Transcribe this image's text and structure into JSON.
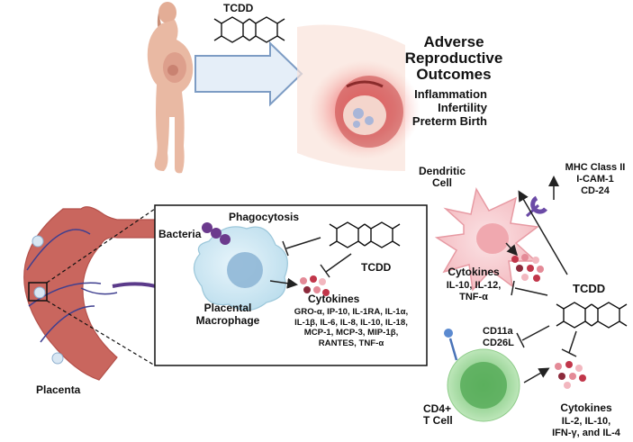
{
  "top": {
    "tcdd": "TCDD",
    "outcomes": {
      "heading": [
        "Adverse",
        "Reproductive",
        "Outcomes"
      ],
      "items": [
        "Inflammation",
        "Infertility",
        "Preterm Birth"
      ]
    }
  },
  "dendritic": {
    "cell_label": [
      "Dendritic",
      "Cell"
    ],
    "markers": [
      "MHC Class II",
      "I-CAM-1",
      "CD-24"
    ],
    "cytokines_title": "Cytokines",
    "cytokines_list": [
      "IL-10, IL-12,",
      "TNF-α"
    ]
  },
  "macrophage_box": {
    "phagocytosis": "Phagocytosis",
    "bacteria": "Bacteria",
    "tcdd": "TCDD",
    "cell_label": [
      "Placental",
      "Macrophage"
    ],
    "cytokines_title": "Cytokines",
    "cytokines_list": [
      "GRO-α, IP-10, IL-1RA, IL-1α,",
      "IL-1β, IL-6, IL-8, IL-10, IL-18,",
      "MCP-1, MCP-3, MIP-1β,",
      "RANTES, TNF-α"
    ]
  },
  "placenta": {
    "label": "Placenta"
  },
  "tcell": {
    "tcdd": "TCDD",
    "markers": [
      "CD11a",
      "CD26L"
    ],
    "cell_label": [
      "CD4+",
      "T Cell"
    ],
    "cytokines_title": "Cytokines",
    "cytokines_list": [
      "IL-2, IL-10,",
      "IFN-γ, and IL-4"
    ]
  },
  "colors": {
    "skin": "#e9b9a3",
    "arrow_fill": "#e5eef8",
    "arrow_stroke": "#7d9cc4",
    "dendritic_fill": "#f7cfd3",
    "macrophage_fill": "#cde6f2",
    "tcell_fill": "#9ed49b",
    "placenta_fill": "#c9665e",
    "receptor_purple": "#6b4aa6",
    "cytokine_red": "#b23a48"
  }
}
